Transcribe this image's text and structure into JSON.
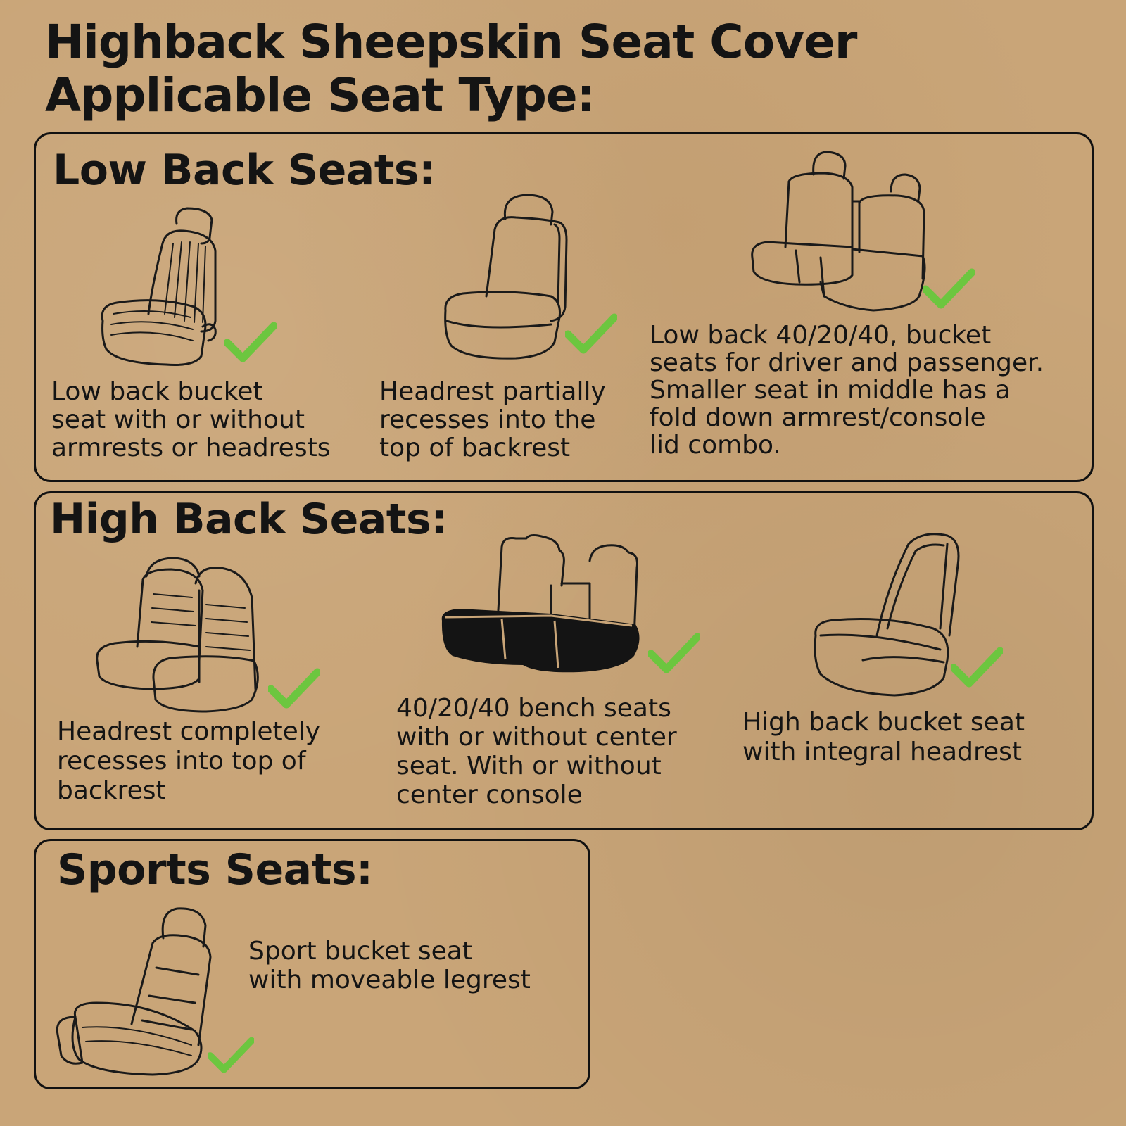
{
  "title": {
    "line1": "Highback Sheepskin Seat Cover",
    "line2": "Applicable Seat Type:"
  },
  "colors": {
    "background": "#c9a578",
    "text": "#141414",
    "check": "#6cc63f"
  },
  "sections": {
    "low_back": {
      "title": "Low Back Seats:",
      "items": [
        {
          "icon": "low-back-bucket-seat-icon",
          "caption": [
            "Low back bucket",
            "seat with or without",
            "armrests or headrests"
          ]
        },
        {
          "icon": "partial-headrest-seat-icon",
          "caption": [
            "Headrest partially",
            "recesses into the",
            "top of backrest"
          ]
        },
        {
          "icon": "low-back-bench-seat-icon",
          "caption": [
            "Low back 40/20/40, bucket",
            "seats for driver and passenger.",
            "Smaller seat in middle has a",
            "fold down armrest/console",
            "lid combo."
          ]
        }
      ]
    },
    "high_back": {
      "title": "High Back Seats:",
      "items": [
        {
          "icon": "recessed-headrest-seat-icon",
          "caption": [
            "Headrest completely",
            "recesses into top of",
            "backrest"
          ]
        },
        {
          "icon": "bench-seat-icon",
          "caption": [
            "40/20/40 bench seats",
            "with or without center",
            "seat. With or without",
            "center console"
          ]
        },
        {
          "icon": "high-back-bucket-seat-icon",
          "caption": [
            "High back bucket seat",
            "with integral headrest"
          ]
        }
      ]
    },
    "sports": {
      "title": "Sports Seats:",
      "items": [
        {
          "icon": "sport-bucket-seat-icon",
          "caption": [
            "Sport bucket seat",
            "with moveable legrest"
          ]
        }
      ]
    }
  }
}
